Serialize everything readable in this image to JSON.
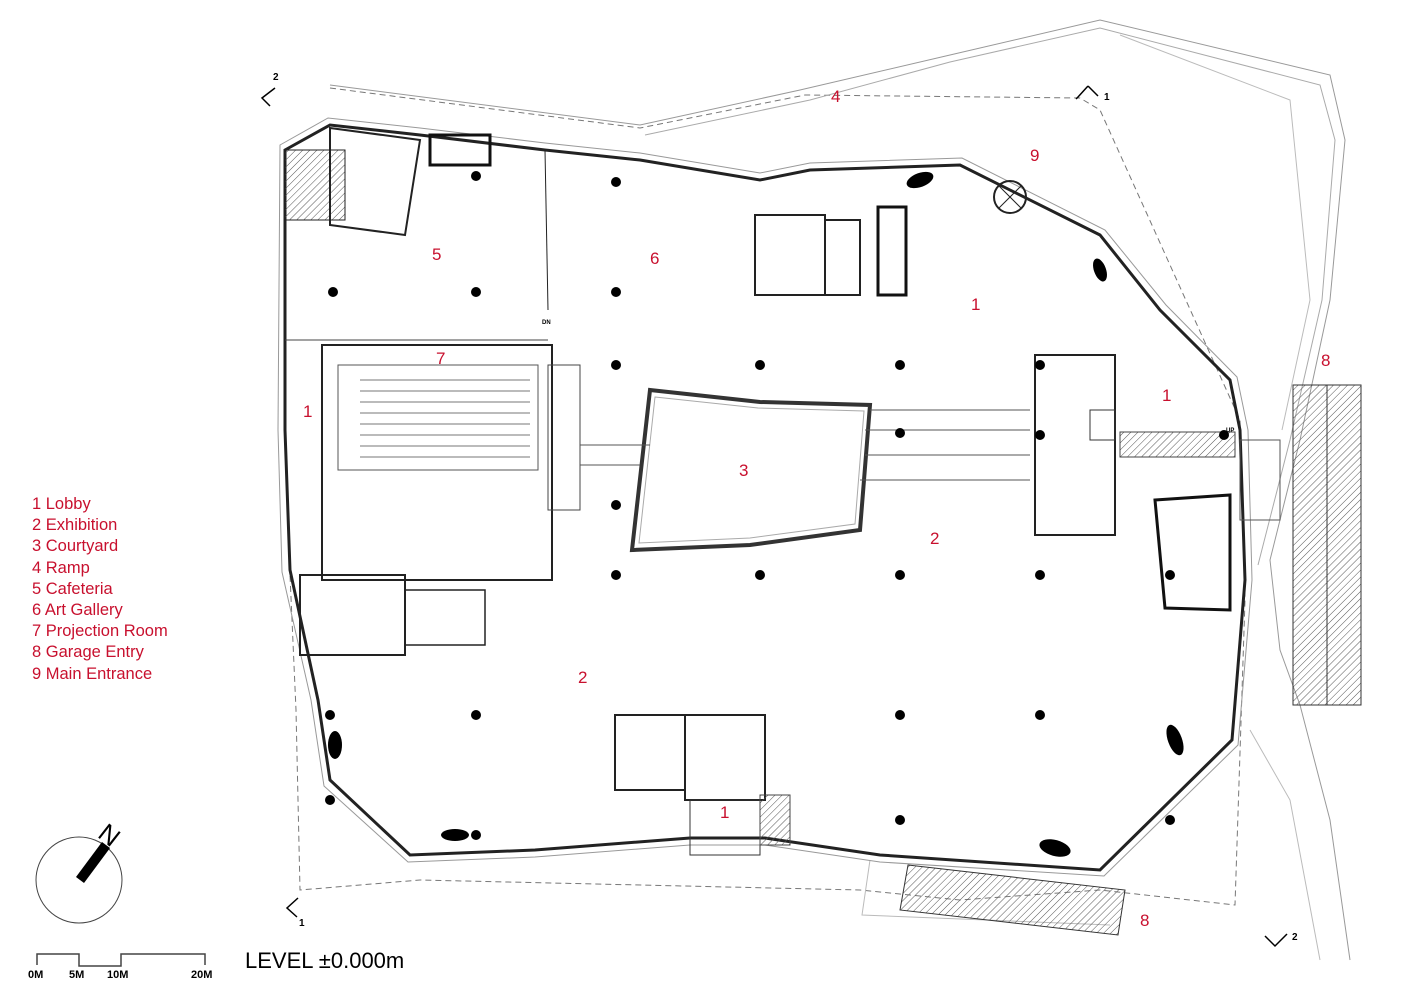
{
  "plan": {
    "level_title": "LEVEL ±0.000m",
    "room_color": "#c8102e",
    "room_labels": [
      {
        "id": "cafeteria",
        "number": "5"
      },
      {
        "id": "art-gallery",
        "number": "6"
      },
      {
        "id": "main-entrance",
        "number": "9"
      },
      {
        "id": "lobby-north",
        "number": "1"
      },
      {
        "id": "lobby-east",
        "number": "1"
      },
      {
        "id": "lobby-west",
        "number": "1"
      },
      {
        "id": "lobby-south",
        "number": "1"
      },
      {
        "id": "projection-room",
        "number": "7"
      },
      {
        "id": "courtyard",
        "number": "3"
      },
      {
        "id": "exhibition-east",
        "number": "2"
      },
      {
        "id": "exhibition-west",
        "number": "2"
      },
      {
        "id": "ramp",
        "number": "4"
      },
      {
        "id": "garage-entry-east",
        "number": "8"
      },
      {
        "id": "garage-entry-south",
        "number": "8"
      }
    ],
    "section_markers": [
      {
        "id": "sec-2-top",
        "label": "2"
      },
      {
        "id": "sec-1-top",
        "label": "1"
      },
      {
        "id": "sec-1-bottom",
        "label": "1"
      },
      {
        "id": "sec-2-bottom",
        "label": "2"
      }
    ],
    "stair_tags": [
      "DN",
      "UP"
    ]
  },
  "legend": [
    "1 Lobby",
    "2 Exhibition",
    "3 Courtyard",
    "4 Ramp",
    "5 Cafeteria",
    "6 Art Gallery",
    "7 Projection Room",
    "8 Garage Entry",
    "9 Main Entrance"
  ],
  "north_arrow": {
    "label": "N"
  },
  "scale_bar": {
    "ticks": [
      "0M",
      "5M",
      "10M",
      "20M"
    ]
  }
}
